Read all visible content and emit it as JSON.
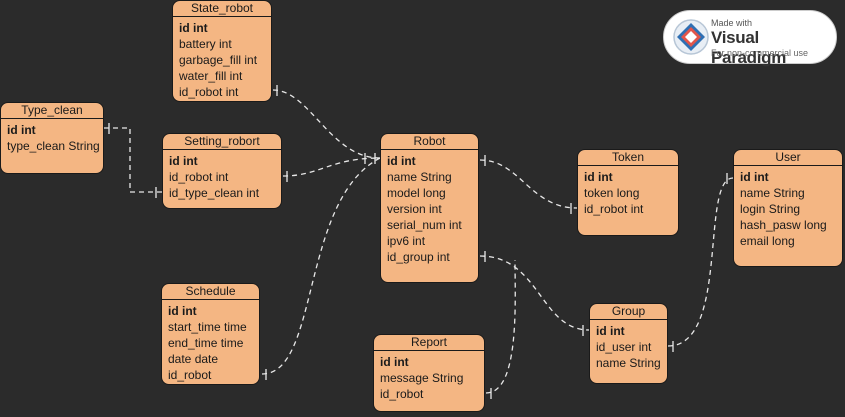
{
  "watermark": {
    "line1": "Made with",
    "line2": "Visual Paradigm",
    "line3": "For non-commercial use"
  },
  "colors": {
    "background": "#2b2b2b",
    "entity_fill": "#f4b683",
    "border": "#1a1a1a",
    "connector": "#e8e8e8"
  },
  "entities": {
    "state_robot": {
      "title": "State_robot",
      "fields": [
        "id int",
        "battery int",
        "garbage_fill int",
        "water_fill int",
        "id_robot int"
      ]
    },
    "type_clean": {
      "title": "Type_clean",
      "fields": [
        "id int",
        "type_clean String"
      ]
    },
    "setting_robort": {
      "title": "Setting_robort",
      "fields": [
        "id int",
        "id_robot int",
        "id_type_clean int"
      ]
    },
    "schedule": {
      "title": "Schedule",
      "fields": [
        "id int",
        "start_time time",
        "end_time time",
        "date date",
        "id_robot"
      ]
    },
    "robot": {
      "title": "Robot",
      "fields": [
        "id int",
        "name String",
        "model long",
        "version int",
        "serial_num int",
        "ipv6 int",
        "id_group int"
      ]
    },
    "report": {
      "title": "Report",
      "fields": [
        "id int",
        "message String",
        "id_robot"
      ]
    },
    "token": {
      "title": "Token",
      "fields": [
        "id int",
        "token long",
        "id_robot int"
      ]
    },
    "group": {
      "title": "Group",
      "fields": [
        "id int",
        "id_user int",
        "name String"
      ]
    },
    "user": {
      "title": "User",
      "fields": [
        "id int",
        "name String",
        "login String",
        "hash_pasw long",
        "email long"
      ]
    }
  }
}
